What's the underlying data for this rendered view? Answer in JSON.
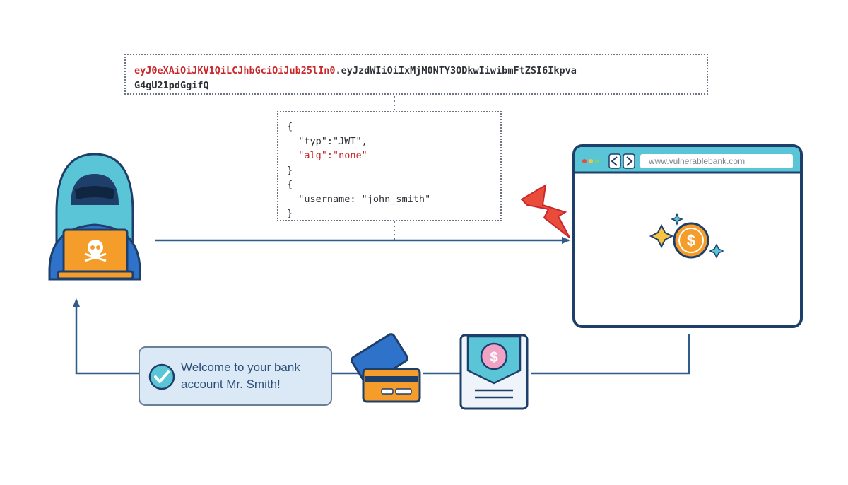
{
  "jwt_token": {
    "header_part": "eyJ0eXAiOiJKV1QiLCJhbGciOiJub25lIn0",
    "payload_line1": ".eyJzdWIiOiIxMjM0NTY3ODkwIiwibmFtZSI6Ikpva",
    "payload_line2": "G4gU21pdGgifQ"
  },
  "decoded": {
    "line1": "{",
    "typ_line": "  \"typ\":\"JWT\",",
    "alg_line": "  \"alg\":\"none\"",
    "line4": "}",
    "line5": "{",
    "username_line": "  \"username: \"john_smith\"",
    "line7": "}"
  },
  "browser": {
    "url": "www.vulnerablebank.com"
  },
  "message": {
    "text": "Welcome to your bank account Mr. Smith!"
  },
  "icons": {
    "attacker": "hacker-icon",
    "skull": "skull-icon",
    "lightning": "lightning-icon",
    "coin": "dollar-coin-icon",
    "cards": "credit-card-icon",
    "document": "dollar-document-icon",
    "check": "checkmark-icon"
  },
  "colors": {
    "line": "#2f5c8c",
    "accent_red": "#c8282b",
    "orange": "#f59d2a",
    "cyan": "#5ac5d6",
    "navy": "#1f3f6b"
  }
}
